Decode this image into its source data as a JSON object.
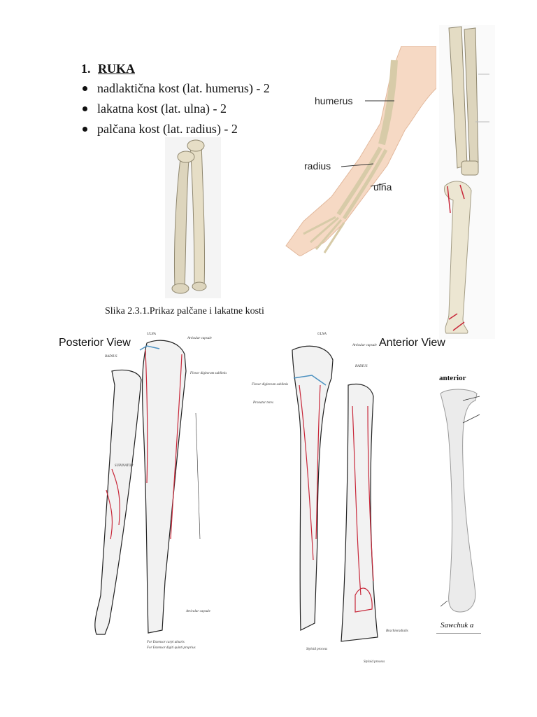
{
  "heading": {
    "number": "1.",
    "title": "RUKA"
  },
  "bullets": [
    "nadlaktična kost (lat. humerus) - 2",
    "lakatna kost (lat. ulna) - 2",
    "palčana kost (lat. radius)  - 2"
  ],
  "arm_figure": {
    "labels": [
      "humerus",
      "radius",
      "ulna"
    ]
  },
  "caption": "Slika 2.3.1.Prikaz palčane i lakatne kosti",
  "posterior": {
    "title": "Posterior View",
    "labels": [
      "ULNA",
      "RADIUS",
      "Articular capsule",
      "Flexor digitorum sublimis",
      "SUPINATOR",
      "Articular capsule",
      "For Extensor carpi ulnaris",
      "For Extensor digiti quinti proprius"
    ]
  },
  "anterior": {
    "title": "Anterior View",
    "labels": [
      "ULNA",
      "Articular capsule",
      "RADIUS",
      "Flexor digitorum sublimis",
      "Pronator teres",
      "Brachioradialis",
      "Styloid process",
      "Styloid process"
    ]
  },
  "right_bone": {
    "top_label": "anterior",
    "bottom_label": "Sawchuk a"
  },
  "colors": {
    "bone": "#e8e2cf",
    "bone_shade": "#a39c84",
    "muscle_red": "#c8283a",
    "skin": "#f6d9c4"
  }
}
